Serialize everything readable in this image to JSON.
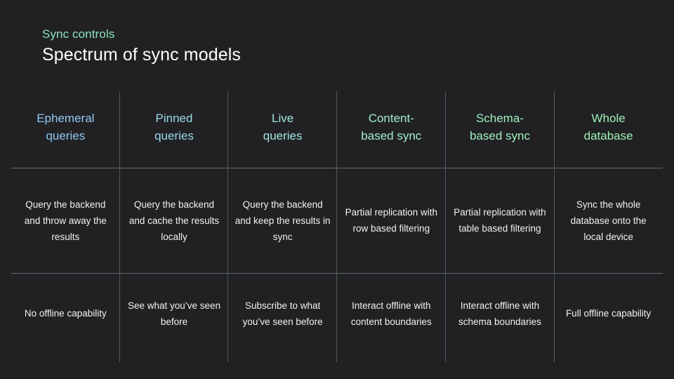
{
  "slide": {
    "eyebrow": "Sync controls",
    "title": "Spectrum of sync models",
    "background_color": "#212124",
    "eyebrow_color": "#8ee5b8",
    "title_color": "#ffffff",
    "rule_color": "#5d6d69",
    "body_text_color": "#f2f2f2"
  },
  "matrix": {
    "columns": [
      {
        "header": "Ephemeral\nqueries",
        "header_line_1": "Ephemeral",
        "header_line_2": "queries",
        "header_color": "#93c9f0",
        "description": "Query the backend and throw away the results",
        "offline": "No offline capability"
      },
      {
        "header": "Pinned\nqueries",
        "header_line_1": "Pinned",
        "header_line_2": "queries",
        "header_color": "#9ad9ea",
        "description": "Query the backend and cache the results locally",
        "offline": "See what you’ve seen before"
      },
      {
        "header": "Live\nqueries",
        "header_line_1": "Live",
        "header_line_2": "queries",
        "header_color": "#a1e6de",
        "description": "Query the backend and keep the results in sync",
        "offline": "Subscribe to what you’ve seen before"
      },
      {
        "header": "Content-\nbased sync",
        "header_line_1": "Content-",
        "header_line_2": "based sync",
        "header_color": "#a3edcd",
        "description": "Partial replication with row based filtering",
        "offline": "Interact offline with content boundaries"
      },
      {
        "header": "Schema-\nbased sync",
        "header_line_1": "Schema-",
        "header_line_2": "based sync",
        "header_color": "#a0f0c0",
        "description": "Partial replication with table based filtering",
        "offline": "Interact offline with schema boundaries"
      },
      {
        "header": "Whole\ndatabase",
        "header_line_1": "Whole",
        "header_line_2": "database",
        "header_color": "#9ef0b4",
        "description": "Sync the whole database onto the local device",
        "offline": "Full offline capability"
      }
    ]
  }
}
